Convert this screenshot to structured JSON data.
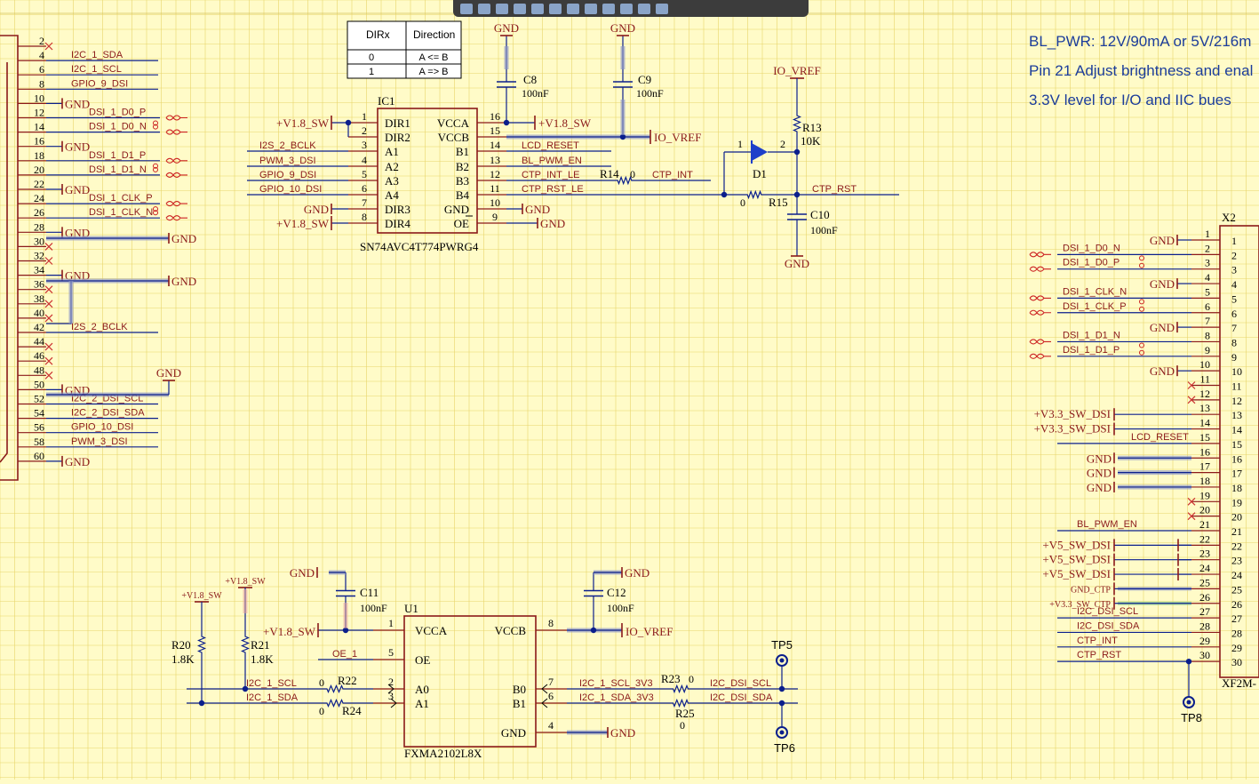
{
  "notes": [
    "BL_PWR: 12V/90mA or 5V/216m",
    "Pin 21 Adjust brightness and enal",
    "3.3V level for I/O and IIC bues"
  ],
  "dir_table": {
    "headers": [
      "DIRx",
      "Direction"
    ],
    "rows": [
      [
        "0",
        "A <= B"
      ],
      [
        "1",
        "A => B"
      ]
    ]
  },
  "left_connector": {
    "pins": [
      "2",
      "4",
      "6",
      "8",
      "10",
      "12",
      "14",
      "16",
      "18",
      "20",
      "22",
      "24",
      "26",
      "28",
      "30",
      "32",
      "34",
      "36",
      "38",
      "40",
      "42",
      "44",
      "46",
      "48",
      "50",
      "52",
      "54",
      "56",
      "58",
      "60"
    ],
    "nets": [
      "",
      "I2C_1_SDA",
      "I2C_1_SCL",
      "GPIO_9_DSI",
      "GND",
      "DSI_1_D0_P",
      "DSI_1_D0_N",
      "GND",
      "DSI_1_D1_P",
      "DSI_1_D1_N",
      "GND",
      "DSI_1_CLK_P",
      "DSI_1_CLK_N",
      "GND",
      "",
      "",
      "GND",
      "",
      "",
      "",
      "I2S_2_BCLK",
      "",
      "",
      "",
      "GND",
      "I2C_2_DSI_SCL",
      "I2C_2_DSI_SDA",
      "GPIO_10_DSI",
      "PWM_3_DSI",
      "GND"
    ]
  },
  "ic1": {
    "ref": "IC1",
    "part": "SN74AVC4T774PWRG4",
    "left_pins": [
      {
        "num": "1",
        "name": "DIR1",
        "net": "+V1.8_SW"
      },
      {
        "num": "2",
        "name": "DIR2",
        "net": ""
      },
      {
        "num": "3",
        "name": "A1",
        "net": "I2S_2_BCLK"
      },
      {
        "num": "4",
        "name": "A2",
        "net": "PWM_3_DSI"
      },
      {
        "num": "5",
        "name": "A3",
        "net": "GPIO_9_DSI"
      },
      {
        "num": "6",
        "name": "A4",
        "net": "GPIO_10_DSI"
      },
      {
        "num": "7",
        "name": "DIR3",
        "net": "GND"
      },
      {
        "num": "8",
        "name": "DIR4",
        "net": "+V1.8_SW"
      }
    ],
    "right_pins": [
      {
        "num": "16",
        "name": "VCCA",
        "net": "+V1.8_SW"
      },
      {
        "num": "15",
        "name": "VCCB",
        "net": "IO_VREF"
      },
      {
        "num": "14",
        "name": "B1",
        "net": "LCD_RESET"
      },
      {
        "num": "13",
        "name": "B2",
        "net": "BL_PWM_EN"
      },
      {
        "num": "12",
        "name": "B3",
        "net": "CTP_INT_LE"
      },
      {
        "num": "11",
        "name": "B4",
        "net": "CTP_RST_LE"
      },
      {
        "num": "10",
        "name": "GND",
        "net": "GND"
      },
      {
        "num": "9",
        "name": "OE",
        "net": "GND"
      }
    ]
  },
  "u1": {
    "ref": "U1",
    "part": "FXMA2102L8X",
    "left_pins": [
      {
        "num": "1",
        "name": "VCCA"
      },
      {
        "num": "5",
        "name": "OE"
      },
      {
        "num": "2",
        "name": "A0"
      },
      {
        "num": "3",
        "name": "A1"
      }
    ],
    "right_pins": [
      {
        "num": "8",
        "name": "VCCB"
      },
      {
        "num": "7",
        "name": "B0"
      },
      {
        "num": "6",
        "name": "B1"
      },
      {
        "num": "4",
        "name": "GND"
      }
    ]
  },
  "components": {
    "c8": {
      "ref": "C8",
      "value": "100nF"
    },
    "c9": {
      "ref": "C9",
      "value": "100nF"
    },
    "c10": {
      "ref": "C10",
      "value": "100nF"
    },
    "c11": {
      "ref": "C11",
      "value": "100nF"
    },
    "c12": {
      "ref": "C12",
      "value": "100nF"
    },
    "r13": {
      "ref": "R13",
      "value": "10K"
    },
    "r14": {
      "ref": "R14",
      "value": "0"
    },
    "r15": {
      "ref": "R15",
      "value": "0"
    },
    "r20": {
      "ref": "R20",
      "value": "1.8K"
    },
    "r21": {
      "ref": "R21",
      "value": "1.8K"
    },
    "r22": {
      "ref": "R22",
      "value": "0"
    },
    "r23": {
      "ref": "R23",
      "value": "0"
    },
    "r24": {
      "ref": "R24",
      "value": "0"
    },
    "r25": {
      "ref": "R25",
      "value": "0"
    },
    "d1": {
      "ref": "D1",
      "pin1": "1",
      "pin2": "2"
    },
    "tp5": {
      "ref": "TP5"
    },
    "tp6": {
      "ref": "TP6"
    },
    "tp8": {
      "ref": "TP8"
    }
  },
  "nets": {
    "gnd": "GND",
    "v18": "+V1.8_SW",
    "v18b": "+V1.8_SW",
    "io_vref": "IO_VREF",
    "ctp_int": "CTP_INT",
    "ctp_rst": "CTP_RST",
    "oe1": "OE_1",
    "i2c1_scl": "I2C_1_SCL",
    "i2c1_sda": "I2C_1_SDA",
    "i2c1_scl_3v3": "I2C_1_SCL_3V3",
    "i2c1_sda_3v3": "I2C_1_SDA_3V3",
    "i2c_dsi_scl": "I2C_DSI_SCL",
    "i2c_dsi_sda": "I2C_DSI_SDA"
  },
  "x2": {
    "ref": "X2",
    "part": "XF2M-",
    "pins": [
      "1",
      "2",
      "3",
      "4",
      "5",
      "6",
      "7",
      "8",
      "9",
      "10",
      "11",
      "12",
      "13",
      "14",
      "15",
      "16",
      "17",
      "18",
      "19",
      "20",
      "21",
      "22",
      "23",
      "24",
      "25",
      "26",
      "27",
      "28",
      "29",
      "30"
    ],
    "nets": [
      "",
      "GND",
      "DSI_1_D0_N",
      "DSI_1_D0_P",
      "GND",
      "DSI_1_CLK_N",
      "DSI_1_CLK_P",
      "GND",
      "DSI_1_D1_N",
      "DSI_1_D1_P",
      "GND",
      "",
      "",
      "+V3.3_SW_DSI",
      "+V3.3_SW_DSI",
      "LCD_RESET",
      "GND",
      "GND",
      "GND",
      "",
      "",
      "BL_PWM_EN",
      "+V5_SW_DSI",
      "+V5_SW_DSI",
      "+V5_SW_DSI",
      "GND_CTP",
      "+V3.3_SW_CTP",
      "I2C_DSI_SCL",
      "I2C_DSI_SDA",
      "CTP_INT",
      "CTP_RST"
    ]
  },
  "colors": {
    "background": "#fffbc8",
    "grid": "#e8d56a",
    "wire": "#0b1f8c",
    "body": "#8b1a1a",
    "text": "#000000",
    "net_text": "#8b1a1a",
    "note_text": "#1c3d9a"
  }
}
